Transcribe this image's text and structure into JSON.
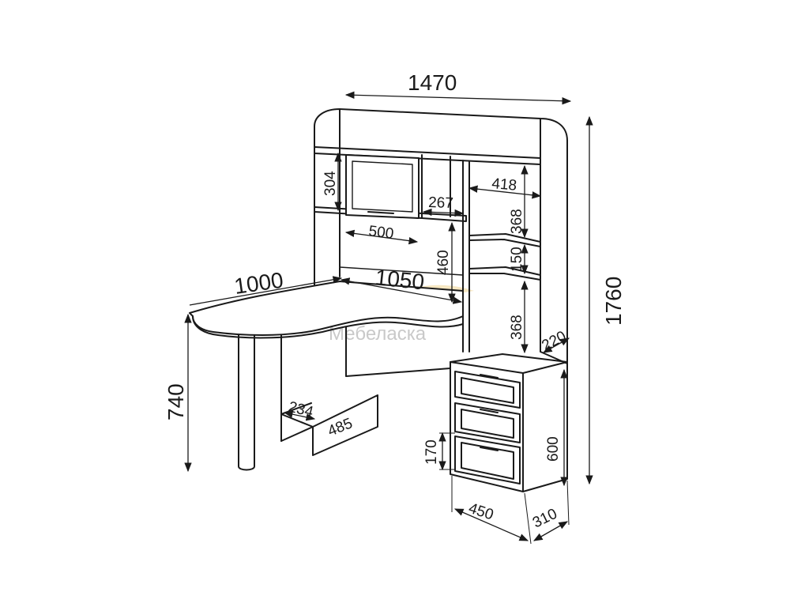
{
  "watermark": {
    "brand": "Мебеласка"
  },
  "dimensions": {
    "overall_width": "1470",
    "overall_height": "1760",
    "table_depth": "1000",
    "desk_length": "1050",
    "table_height": "740",
    "upper_niche_height": "304",
    "niche_width": "500",
    "middle_shelf_width": "267",
    "side_shelf_width": "418",
    "center_niche_height": "460",
    "side_shelf_height_top": "368",
    "side_shelf_height_middle": "150",
    "side_shelf_height_bottom": "368",
    "side_depth": "220",
    "footrest_depth": "234",
    "footrest_width": "485",
    "drawer_height": "170",
    "pedestal_height": "600",
    "pedestal_width": "450",
    "pedestal_depth": "310"
  },
  "arrowheads": {
    "overall_width": "both",
    "overall_height": "both",
    "table_depth": "end",
    "desk_length": "both"
  }
}
